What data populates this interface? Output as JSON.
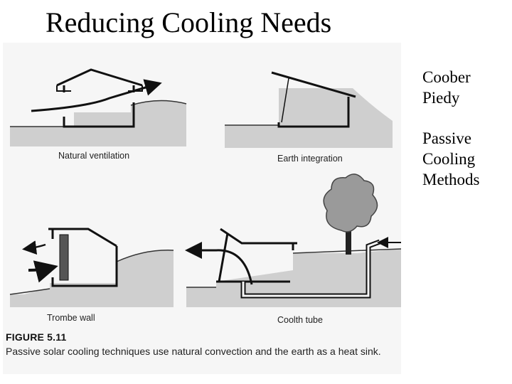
{
  "slide": {
    "title": "Reducing Cooling Needs",
    "side_text_1": [
      "Coober",
      "Piedy"
    ],
    "side_text_2": [
      "Passive",
      "Cooling",
      "Methods"
    ]
  },
  "figure": {
    "captions": {
      "natural_ventilation": "Natural ventilation",
      "earth_integration": "Earth integration",
      "trombe_wall": "Trombe wall",
      "coolth_tube": "Coolth tube"
    },
    "label": "FIGURE 5.11",
    "description": "Passive solar cooling techniques use natural convection and the earth as a heat sink."
  }
}
